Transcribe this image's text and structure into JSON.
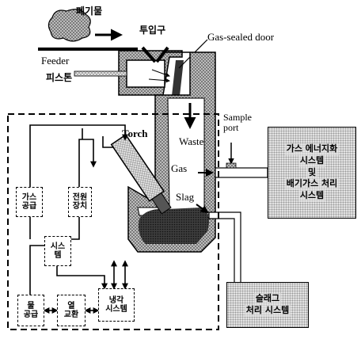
{
  "labels": {
    "waste_material": "폐기물",
    "inlet": "투입구",
    "gas_sealed_door": "Gas-sealed door",
    "feeder": "Feeder",
    "piston": "피스톤",
    "torch": "Torch",
    "sample_port": [
      "Sample",
      "port"
    ],
    "waste": "Waste",
    "gas": "Gas",
    "slag": "Slag"
  },
  "boxes": {
    "gas_supply": [
      "가스",
      "공급"
    ],
    "power_supply": [
      "전원",
      "장치"
    ],
    "system": [
      "시스",
      "템"
    ],
    "water_supply": [
      "물",
      "공급"
    ],
    "heat_exchanger": [
      "열",
      "교환"
    ],
    "cooling_system": [
      "냉각",
      "시스템"
    ]
  },
  "side_boxes": {
    "gas_energy_system": [
      "가스 에너지화",
      "시스템",
      "및",
      "배기가스 처리",
      "시스템"
    ],
    "slag_treatment_system": [
      "슬래그",
      "처리 시스템"
    ]
  },
  "colors": {
    "line": "#000000",
    "hatch": "#e4e4e4",
    "vessel": "#7a7a7a"
  }
}
